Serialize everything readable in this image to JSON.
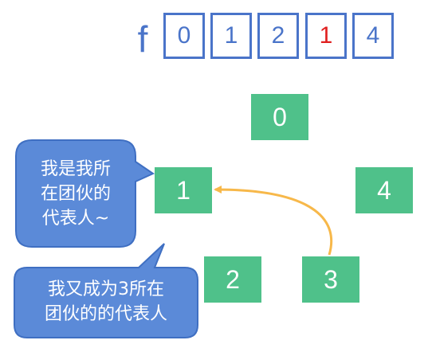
{
  "array": {
    "name": "f",
    "cells": [
      {
        "value": "0",
        "color": "#4a74c9"
      },
      {
        "value": "1",
        "color": "#4a74c9"
      },
      {
        "value": "2",
        "color": "#4a74c9"
      },
      {
        "value": "1",
        "color": "#e02020"
      },
      {
        "value": "4",
        "color": "#4a74c9"
      }
    ]
  },
  "nodes": [
    {
      "label": "0"
    },
    {
      "label": "1"
    },
    {
      "label": "4"
    },
    {
      "label": "2"
    },
    {
      "label": "3"
    }
  ],
  "bubbles": [
    {
      "lines": [
        "我是我所",
        "在团伙的",
        "代表人~"
      ]
    },
    {
      "lines": [
        "我又成为3所在",
        "团伙的的代表人"
      ]
    }
  ],
  "edges": [
    {
      "from": "3",
      "to": "1",
      "color": "#f7b84a"
    }
  ],
  "colors": {
    "array_border": "#4a74c9",
    "node_fill": "#4fc18a",
    "bubble_fill": "#5b8ad8",
    "bubble_stroke": "#3f6fc2"
  }
}
